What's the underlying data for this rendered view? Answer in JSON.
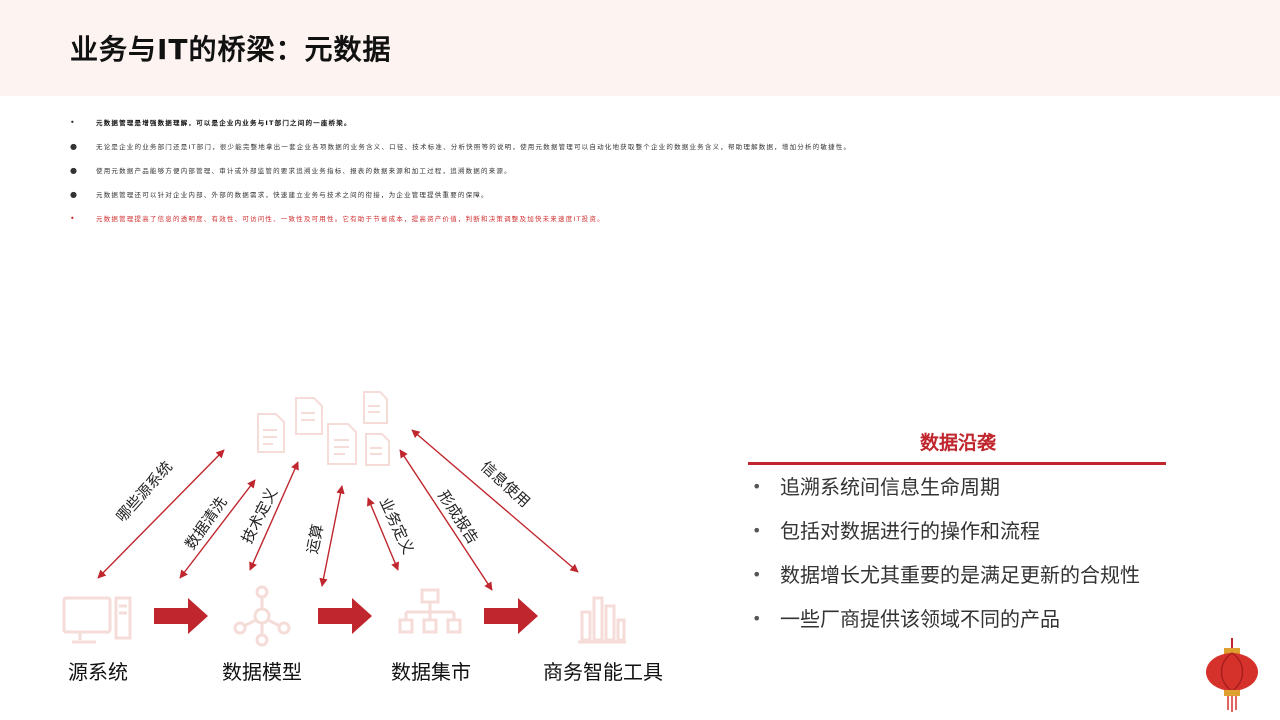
{
  "title": "业务与IT的桥梁：元数据",
  "bullets": [
    {
      "marker": "•",
      "text": "元数据管理是增强数据理解，可以是企业内业务与IT部门之间的一座桥梁。",
      "style": "bold"
    },
    {
      "marker": "●",
      "text": "无论是企业的业务部门还是IT部门，很少能完整地拿出一套企业各项数据的业务含义、口径、技术标准、分析快照等的说明，使用元数据管理可以自动化地获取整个企业的数据业务含义，帮助理解数据，增加分析的敏捷性。",
      "style": "normal"
    },
    {
      "marker": "●",
      "text": "使用元数据产品能够方便内部管理、审计或外部监管的要求追溯业务指标、报表的数据来源和加工过程，追溯数据的来源。",
      "style": "normal"
    },
    {
      "marker": "●",
      "text": "元数据管理还可以针对企业内部、外部的数据需求，快速建立业务与技术之间的衔接，为企业管理提供重要的保障。",
      "style": "normal"
    },
    {
      "marker": "•",
      "text": "元数据管理提高了信息的透明度、有效性、可访问性、一致性及可用性。它有助于节省成本，提高资产价值，判断和决策调整及加快未来速度IT投资。",
      "style": "red"
    }
  ],
  "diagram": {
    "nodes": [
      {
        "label": "源系统",
        "icon": "monitor-icon"
      },
      {
        "label": "数据模型",
        "icon": "network-icon"
      },
      {
        "label": "数据集市",
        "icon": "hierarchy-icon"
      },
      {
        "label": "商务智能工具",
        "icon": "bar-chart-icon"
      }
    ],
    "arrow_labels": [
      "哪些源系统",
      "数据清洗",
      "技术定义",
      "运算",
      "业务定义",
      "形成报告",
      "信息使用"
    ],
    "colors": {
      "accent": "#c0262d",
      "faint_icon": "#f6dcd8"
    }
  },
  "panel": {
    "title": "数据沿袭",
    "bullet_marker": "•",
    "items": [
      "追溯系统间信息生命周期",
      "包括对数据进行的操作和流程",
      "数据增长尤其重要的是满足更新的合规性",
      "一些厂商提供该领域不同的产品"
    ]
  }
}
